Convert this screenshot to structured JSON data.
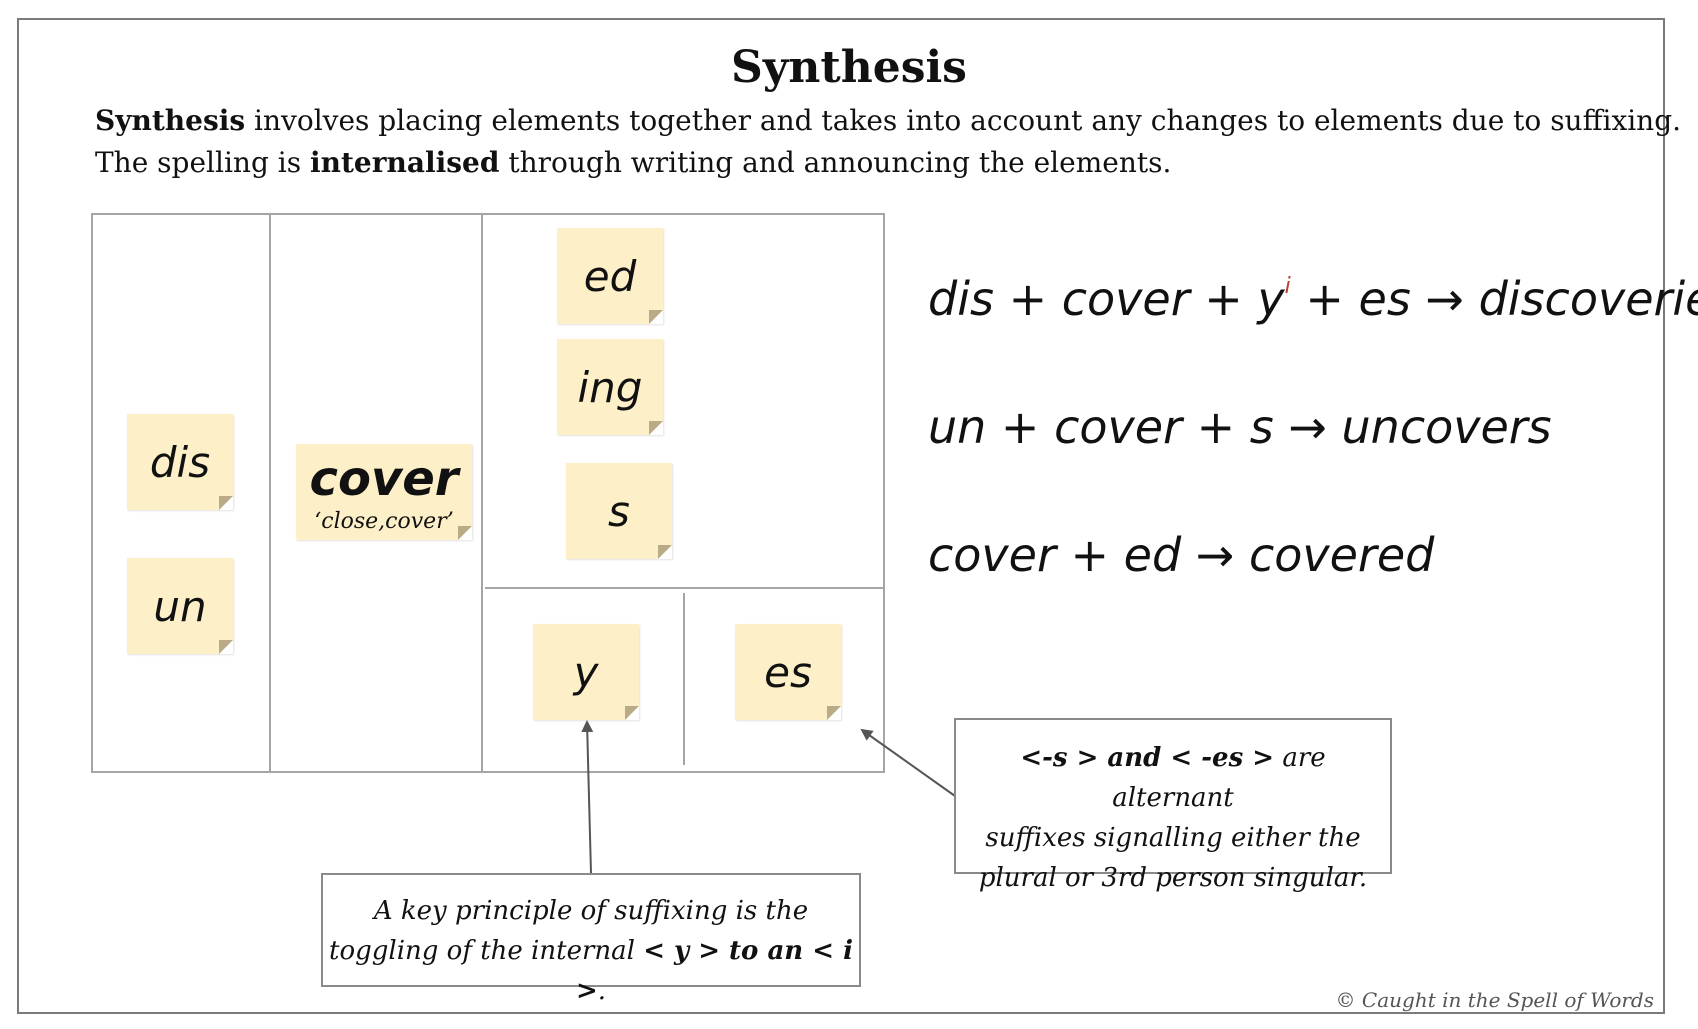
{
  "title": "Synthesis",
  "intro": {
    "line1_bold": "Synthesis",
    "line1_rest": " involves placing elements together and takes into account any changes to elements due to suffixing.",
    "line2_start": "The spelling is ",
    "line2_bold": "internalised",
    "line2_end": " through writing and announcing the elements."
  },
  "matrix": {
    "prefixes": [
      "dis",
      "un"
    ],
    "base": {
      "word": "cover",
      "gloss": "‘close,cover’"
    },
    "suffixes": [
      "ed",
      "ing",
      "s"
    ],
    "lower_suffixes": [
      "y",
      "es"
    ]
  },
  "equations": [
    {
      "parts": "dis + cover + y",
      "sup": "i",
      "rest": " + es → discoveries"
    },
    {
      "parts": "un + cover + s → uncovers",
      "sup": "",
      "rest": ""
    },
    {
      "parts": "cover + ed → covered",
      "sup": "",
      "rest": ""
    }
  ],
  "callouts": {
    "alternant": {
      "bold": "<-s > and < -es >",
      "text1": " are alternant",
      "text2": "suffixes signalling either the",
      "text3": "plural or 3rd person singular."
    },
    "toggle": {
      "text1": "A key principle of suffixing is the",
      "text2": "toggling of the internal ",
      "bold": "< y > to an < i >",
      "end": "."
    }
  },
  "copyright": "© Caught in the Spell of Words"
}
